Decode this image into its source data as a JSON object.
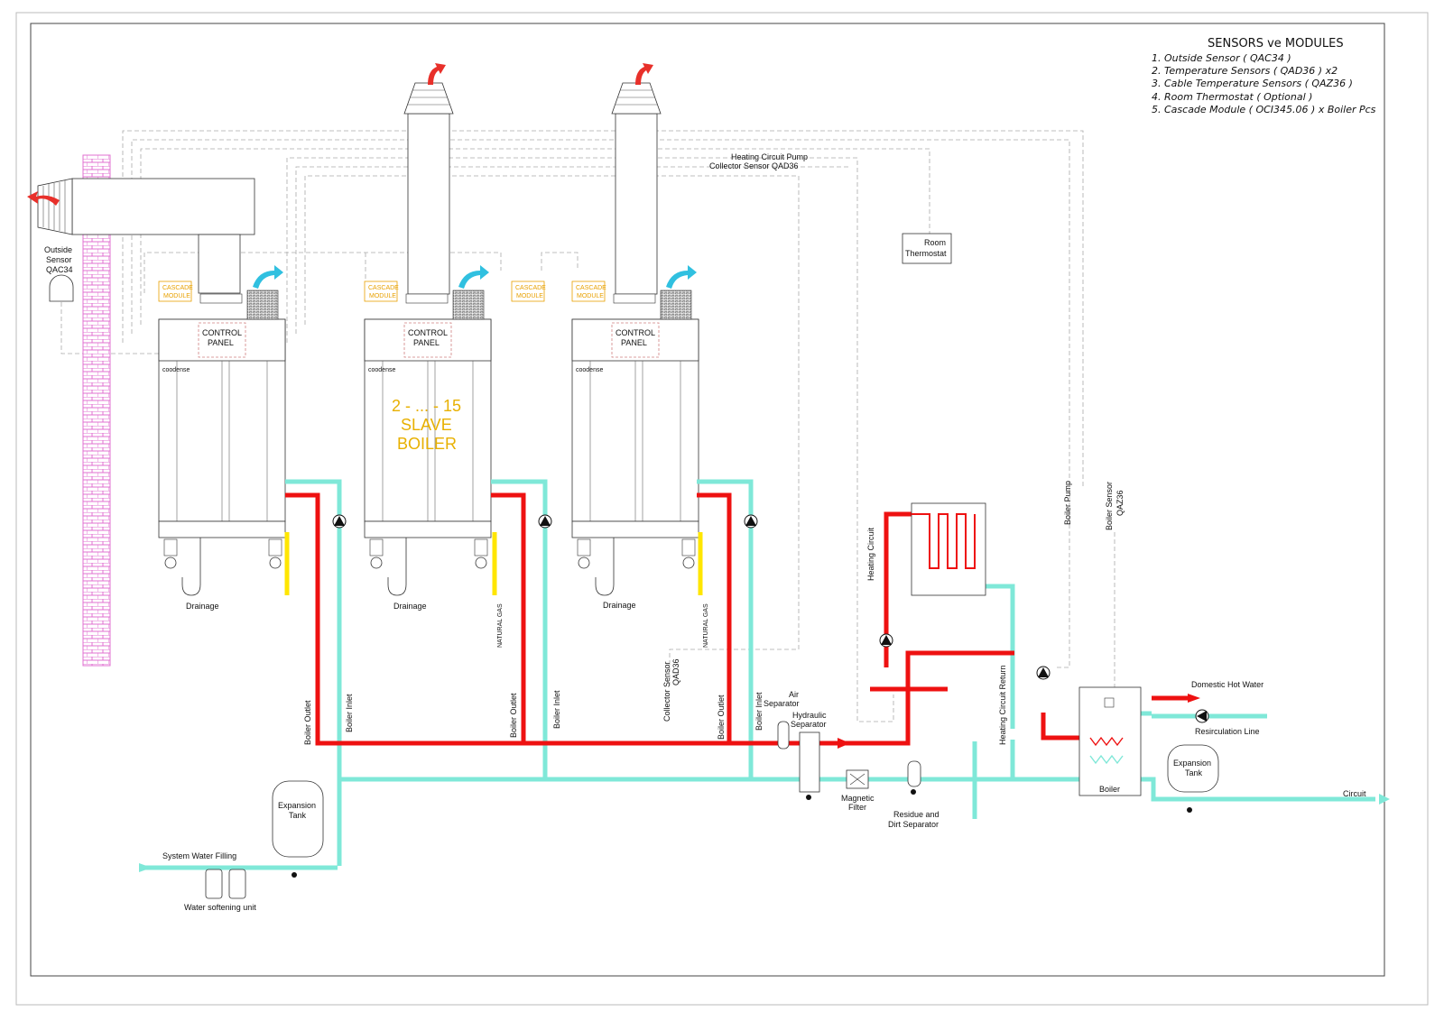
{
  "legend": {
    "title": "SENSORS ve MODULES",
    "items": [
      "1. Outside Sensor ( QAC34 )",
      "2. Temperature Sensors  ( QAD36 ) x2",
      "3. Cable Temperature Sensors ( QAZ36 )",
      "4. Room Thermostat ( Optional )",
      "5. Cascade Module ( OCI345.06 ) x Boiler Pcs"
    ]
  },
  "labels": {
    "heating_circuit_pump": "Heating Circuit Pump",
    "collector_sensor_qad36": "Collector Sensor QAD36",
    "room_thermostat_1": "Room",
    "room_thermostat_2": "Thermostat",
    "outside_sensor_1": "Outside",
    "outside_sensor_2": "Sensor",
    "outside_sensor_3": "QAC34",
    "cascade_module_1": "CASCADE",
    "cascade_module_2": "MODULE",
    "control_panel_1": "CONTROL",
    "control_panel_2": "PANEL",
    "brand": "coodense",
    "slave_1": "2 - ... - 15",
    "slave_2": "SLAVE",
    "slave_3": "BOILER",
    "drainage": "Drainage",
    "natural_gas": "NATURAL GAS",
    "boiler_outlet": "Boiler Outlet",
    "boiler_inlet": "Boiler Inlet",
    "collector_sensor_v1": "Collector Sensor",
    "collector_sensor_v2": "QAD36",
    "air_separator_1": "Air",
    "air_separator_2": "Separator",
    "hydraulic_separator_1": "Hydraulic",
    "hydraulic_separator_2": "Separator",
    "magnetic_filter_1": "Magnetic",
    "magnetic_filter_2": "Filter",
    "residue_1": "Residue and",
    "residue_2": "Dirt Separator",
    "heating_circuit": "Heating Circuit",
    "heating_circuit_return": "Heating Circuit Return",
    "boiler_pump": "Boiler Pump",
    "boiler_sensor_1": "Boiler Sensor",
    "boiler_sensor_2": "QAZ36",
    "domestic_hot_water": "Domestic Hot Water",
    "resirculation_line": "Resirculation Line",
    "boiler": "Boiler",
    "expansion_tank_1": "Expansion",
    "expansion_tank_2": "Tank",
    "circuit": "Circuit",
    "system_water_filling": "System Water Filling",
    "water_softening_unit": "Water softening unit"
  },
  "colors": {
    "hot_pipe": "#ee1111",
    "cold_pipe": "#7fe8d8",
    "gas_pipe": "#ffe600",
    "module": "#e8a000",
    "chimney_wall": "#e070d0",
    "flow_arrow_out": "#e8302a",
    "flow_arrow_in": "#30c0e0"
  }
}
